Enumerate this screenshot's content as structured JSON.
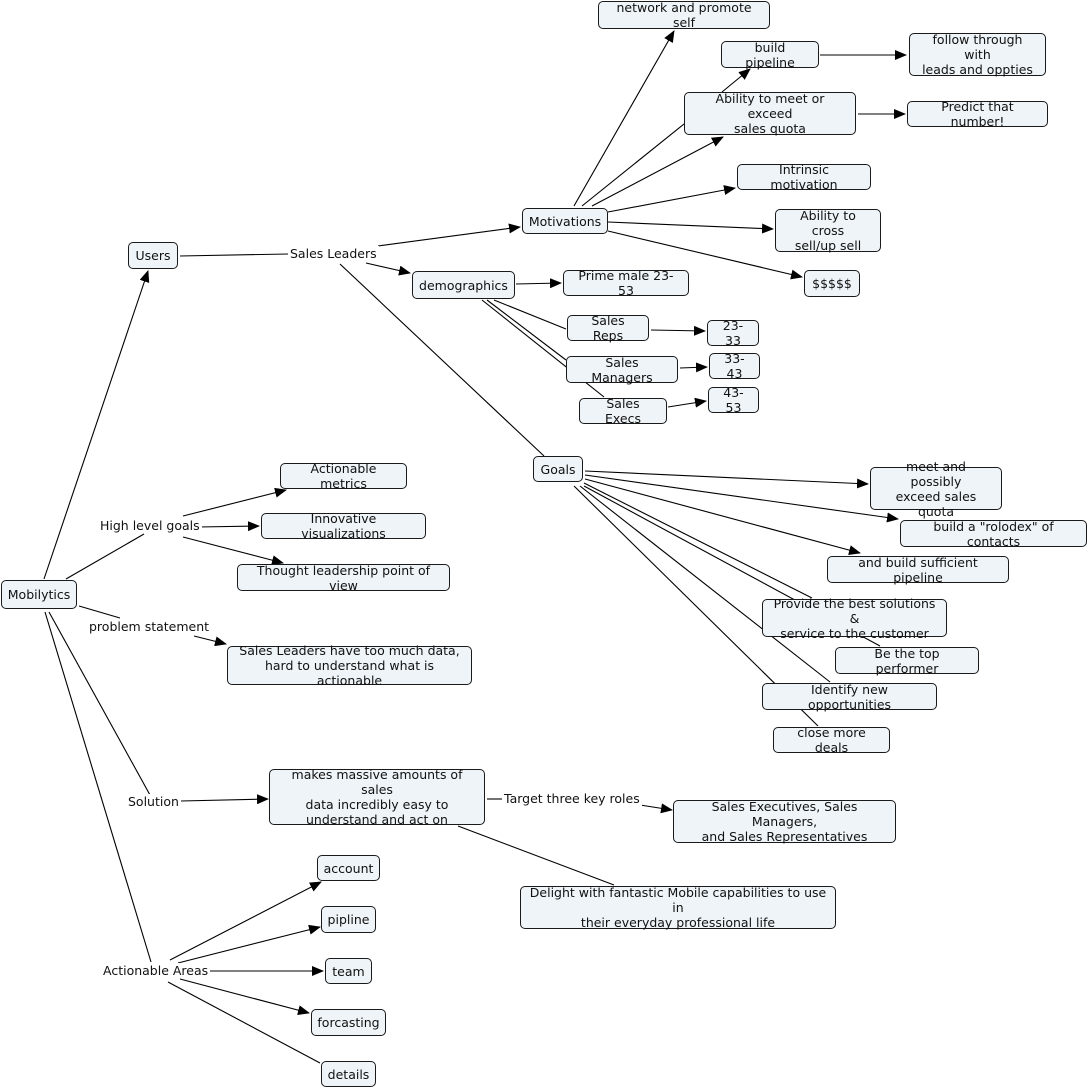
{
  "nodes": {
    "mobilytics": "Mobilytics",
    "users": "Users",
    "motivations": "Motivations",
    "demographics": "demographics",
    "network": "network and promote self",
    "build_pipeline": "build pipeline",
    "follow_through": "follow through with\nleads and oppties",
    "meet_quota": "Ability to meet or exceed\nsales quota",
    "predict": "Predict that number!",
    "intrinsic": "Intrinsic motivation",
    "cross_sell": "Ability to cross\nsell/up sell",
    "money": "$$$$$",
    "prime_male": "Prime male 23-53",
    "sales_reps": "Sales Reps",
    "sales_managers": "Sales Managers",
    "sales_execs": "Sales Execs",
    "age_23_33": "23-33",
    "age_33_43": "33-43",
    "age_43_53": "43-53",
    "goals": "Goals",
    "goal_meet_quota": "meet and possibly\nexceed sales quota",
    "goal_rolodex": "build a \"rolodex\" of contacts",
    "goal_pipeline": "and build sufficient pipeline",
    "goal_best_solutions": "Provide the best solutions &\nservice to the customer",
    "goal_top_performer": "Be the top performer",
    "goal_new_opps": "Identify new opportunities",
    "goal_close_deals": "close more deals",
    "actionable_metrics": "Actionable metrics",
    "innovative_viz": "Innovative visualizations",
    "thought_leadership": "Thought leadership point of view",
    "problem_text": "Sales Leaders have too much data,\nhard to understand what is actionable",
    "solution_text": "makes massive amounts of sales\ndata incredibly easy to\nunderstand and act on",
    "three_roles": "Sales Executives, Sales Managers,\nand Sales Representatives",
    "mobile": "Delight with fantastic Mobile capabilities to use in\ntheir everyday professional life",
    "account": "account",
    "pipline": "pipline",
    "team": "team",
    "forcasting": "forcasting",
    "details": "details"
  },
  "labels": {
    "sales_leaders": "Sales Leaders",
    "high_level_goals": "High level goals",
    "problem_statement": "problem statement",
    "solution": "Solution",
    "target_roles": "Target three key roles",
    "actionable_areas": "Actionable Areas"
  }
}
